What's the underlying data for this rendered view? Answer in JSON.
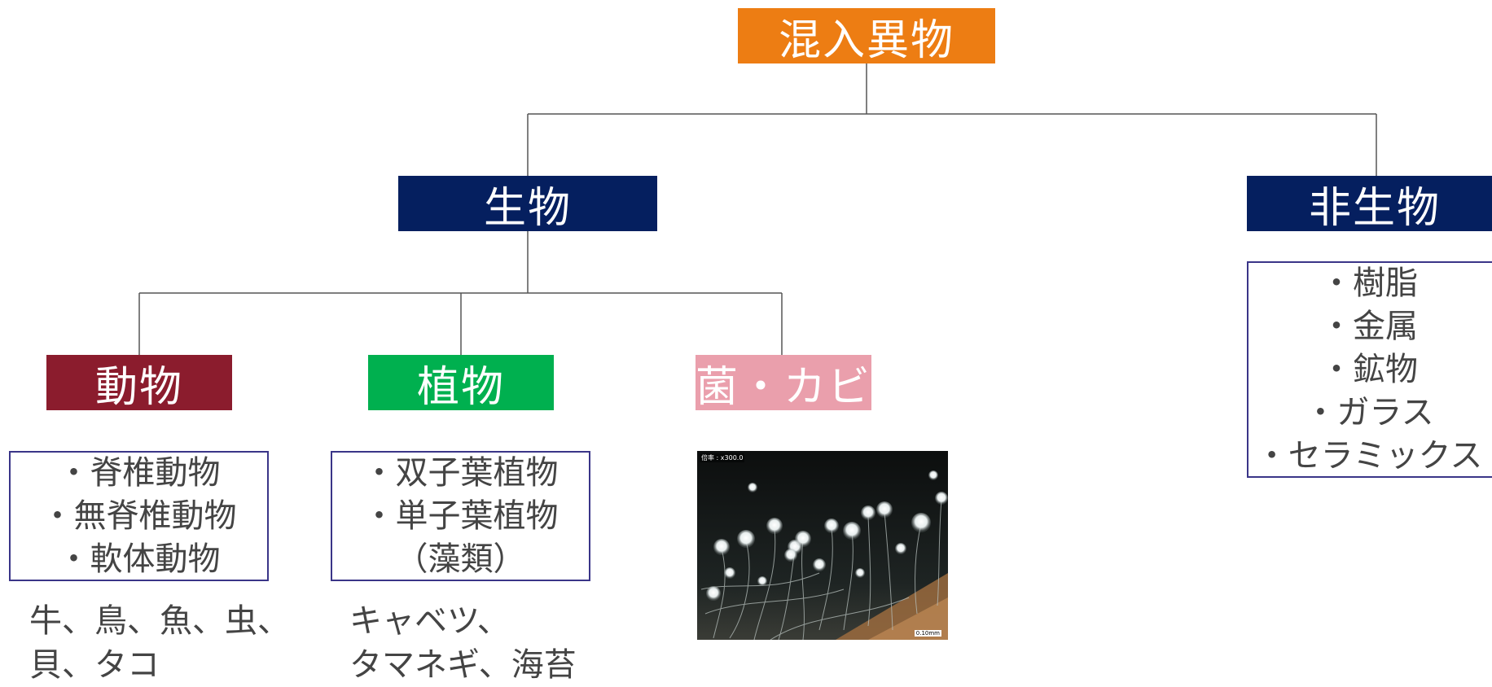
{
  "root": {
    "label": "混入異物",
    "color": "#ed7d13"
  },
  "biological": {
    "label": "生物",
    "color": "#051f5f"
  },
  "non_biological": {
    "label": "非生物",
    "color": "#051f5f",
    "items": [
      "・樹脂",
      "・金属",
      "・鉱物",
      "・ガラス",
      "・セラミックス"
    ]
  },
  "animal": {
    "label": "動物",
    "color": "#8b1c2d",
    "items": [
      "・脊椎動物",
      "・無脊椎動物",
      "・軟体動物"
    ],
    "examples": [
      "牛、鳥、魚、虫、",
      "貝、タコ"
    ]
  },
  "plant": {
    "label": "植物",
    "color": "#00b04f",
    "items": [
      "・双子葉植物",
      "・単子葉植物",
      "（藻類）"
    ],
    "examples": [
      "キャベツ、",
      "タマネギ、海苔"
    ]
  },
  "fungi": {
    "label": "菌・カビ",
    "color": "#ea9fac",
    "photo": {
      "magnification": "倍率 : x300.0",
      "scale_bar": "0.10mm"
    }
  },
  "connector_color": "#555555",
  "list_border_color": "#3a3588"
}
